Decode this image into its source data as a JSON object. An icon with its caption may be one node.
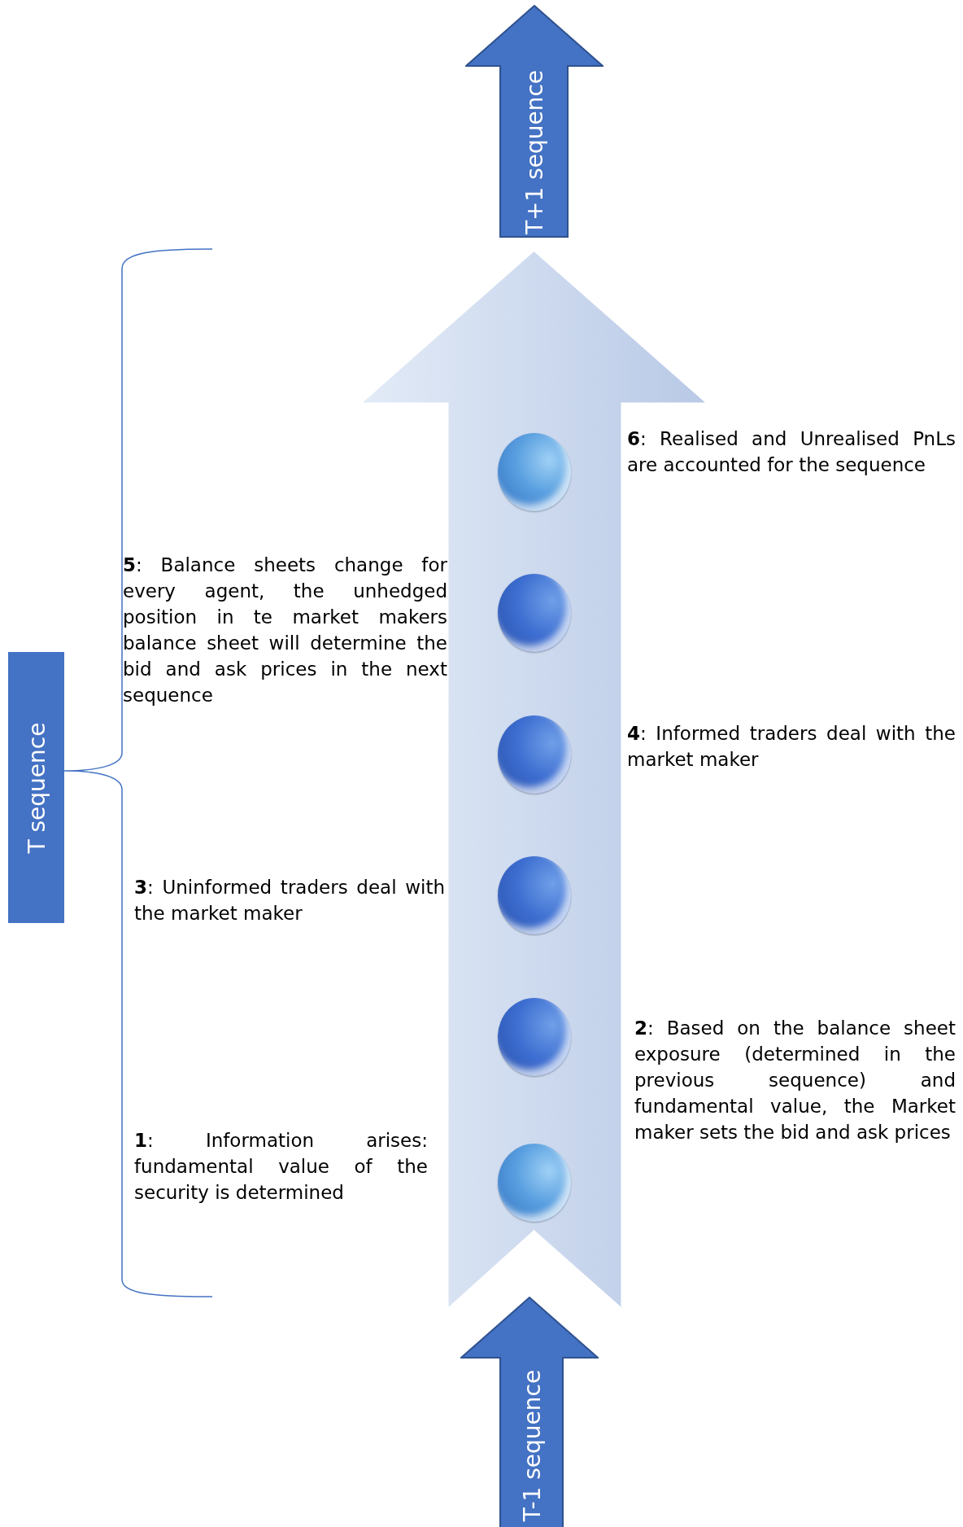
{
  "diagram": {
    "nodes": [
      {
        "text": [
          "T+1 sequence"
        ]
      },
      {
        "text": [],
        "shape": "arrow"
      },
      {
        "text": [],
        "shape": "circle",
        "in": 1,
        "beside": [
          "**6**: Realised and Unrealised PnLs are accounted for the sequence"
        ]
      },
      {
        "text": [],
        "shape": "circle",
        "in": 1,
        "beside": [
          "**5**: Balance sheets change for every agent, the unhedged position in te market makers balance sheet will determine the bid and ask prices in the next sequence"
        ]
      },
      {
        "text": [],
        "shape": "circle",
        "in": 1,
        "beside": [
          "**4**: Informed traders deal with the market maker"
        ]
      },
      {
        "text": [],
        "shape": "circle",
        "in": 1,
        "beside": [
          "**3**: Uninformed traders deal with the market maker"
        ]
      },
      {
        "text": [],
        "shape": "circle",
        "in": 1,
        "beside": [
          "**2**: Based on the balance sheet exposure (determined in the previous sequence) and fundamental value, the Market maker sets the bid and ask prices"
        ]
      },
      {
        "text": [],
        "shape": "circle",
        "in": 1,
        "beside": [
          "**1**: Information arises: fundamental value of the security is determined"
        ]
      },
      {
        "text": [
          "T sequence"
        ]
      },
      {
        "text": [
          "T-1 sequence"
        ]
      }
    ]
  }
}
